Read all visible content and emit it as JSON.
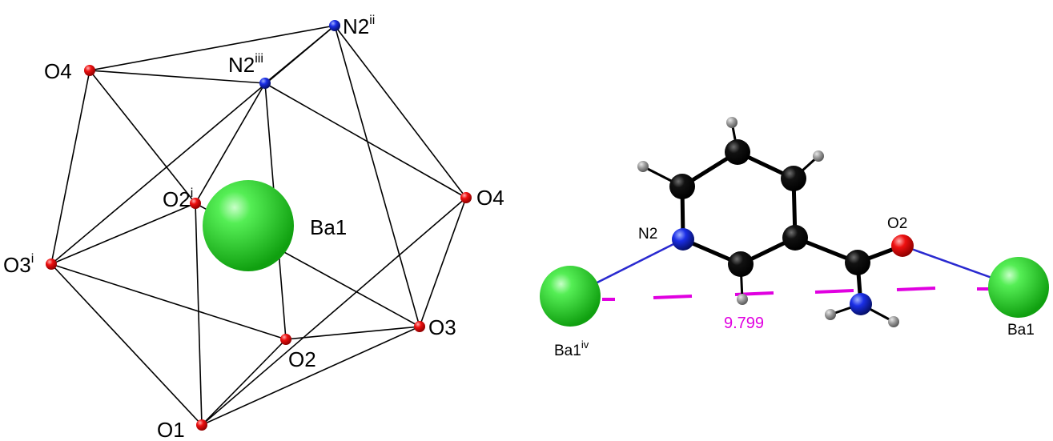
{
  "colors": {
    "barium": "#22d422",
    "oxygen": "#e00000",
    "nitrogen": "#1a2ee6",
    "carbon": "#0a0a0a",
    "hydrogen": "#8c8c8c",
    "bond": "#000000",
    "coordination_bond": "#2a2ad0",
    "distance": "#e000e0"
  },
  "left_panel": {
    "labels": {
      "n2ii": {
        "base": "N2",
        "sup": "ii"
      },
      "n2iii": {
        "base": "N2",
        "sup": "iii"
      },
      "o4_left": {
        "base": "O4",
        "sup": ""
      },
      "o4_right": {
        "base": "O4",
        "sup": ""
      },
      "o2i": {
        "base": "O2",
        "sup": "i"
      },
      "ba1": {
        "base": "Ba1",
        "sup": ""
      },
      "o3i": {
        "base": "O3",
        "sup": "i"
      },
      "o2": {
        "base": "O2",
        "sup": ""
      },
      "o3": {
        "base": "O3",
        "sup": ""
      },
      "o1": {
        "base": "O1",
        "sup": ""
      }
    }
  },
  "right_panel": {
    "labels": {
      "n2": {
        "base": "N2",
        "sup": ""
      },
      "o2": {
        "base": "O2",
        "sup": ""
      },
      "ba1iv": {
        "base": "Ba1",
        "sup": "iv"
      },
      "ba1": {
        "base": "Ba1",
        "sup": ""
      }
    },
    "distance": "9.799"
  }
}
